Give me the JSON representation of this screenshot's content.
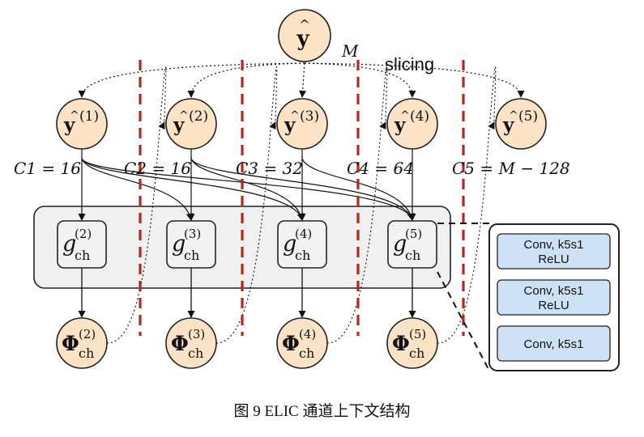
{
  "top_node": {
    "base": "y",
    "hat": "^",
    "label": "M"
  },
  "slicing_label": "slicing",
  "slices": [
    {
      "sup": "(1)",
      "channel_label": "C1 = 16"
    },
    {
      "sup": "(2)",
      "channel_label": "C2 = 16"
    },
    {
      "sup": "(3)",
      "channel_label": "C3 = 32"
    },
    {
      "sup": "(4)",
      "channel_label": "C4 = 64"
    },
    {
      "sup": "(5)",
      "channel_label": "C5 = M − 128"
    }
  ],
  "g_blocks": [
    {
      "base": "g",
      "sup": "(2)",
      "sub": "ch"
    },
    {
      "base": "g",
      "sup": "(3)",
      "sub": "ch"
    },
    {
      "base": "g",
      "sup": "(4)",
      "sub": "ch"
    },
    {
      "base": "g",
      "sup": "(5)",
      "sub": "ch"
    }
  ],
  "phi_blocks": [
    {
      "base": "Φ",
      "sup": "(2)",
      "sub": "ch"
    },
    {
      "base": "Φ",
      "sup": "(3)",
      "sub": "ch"
    },
    {
      "base": "Φ",
      "sup": "(4)",
      "sub": "ch"
    },
    {
      "base": "Φ",
      "sup": "(5)",
      "sub": "ch"
    }
  ],
  "conv_layers": [
    {
      "line1": "Conv, k5s1",
      "line2": "ReLU"
    },
    {
      "line1": "Conv, k5s1",
      "line2": "ReLU"
    },
    {
      "line1": "Conv, k5s1",
      "line2": ""
    }
  ],
  "caption": "图  9 ELIC 通道上下文结构",
  "colors": {
    "node_fill": "#fde3c6",
    "conv_fill": "#cfe1f6",
    "divider": "#b5291c",
    "outer_fill": "#f0f0f0"
  }
}
